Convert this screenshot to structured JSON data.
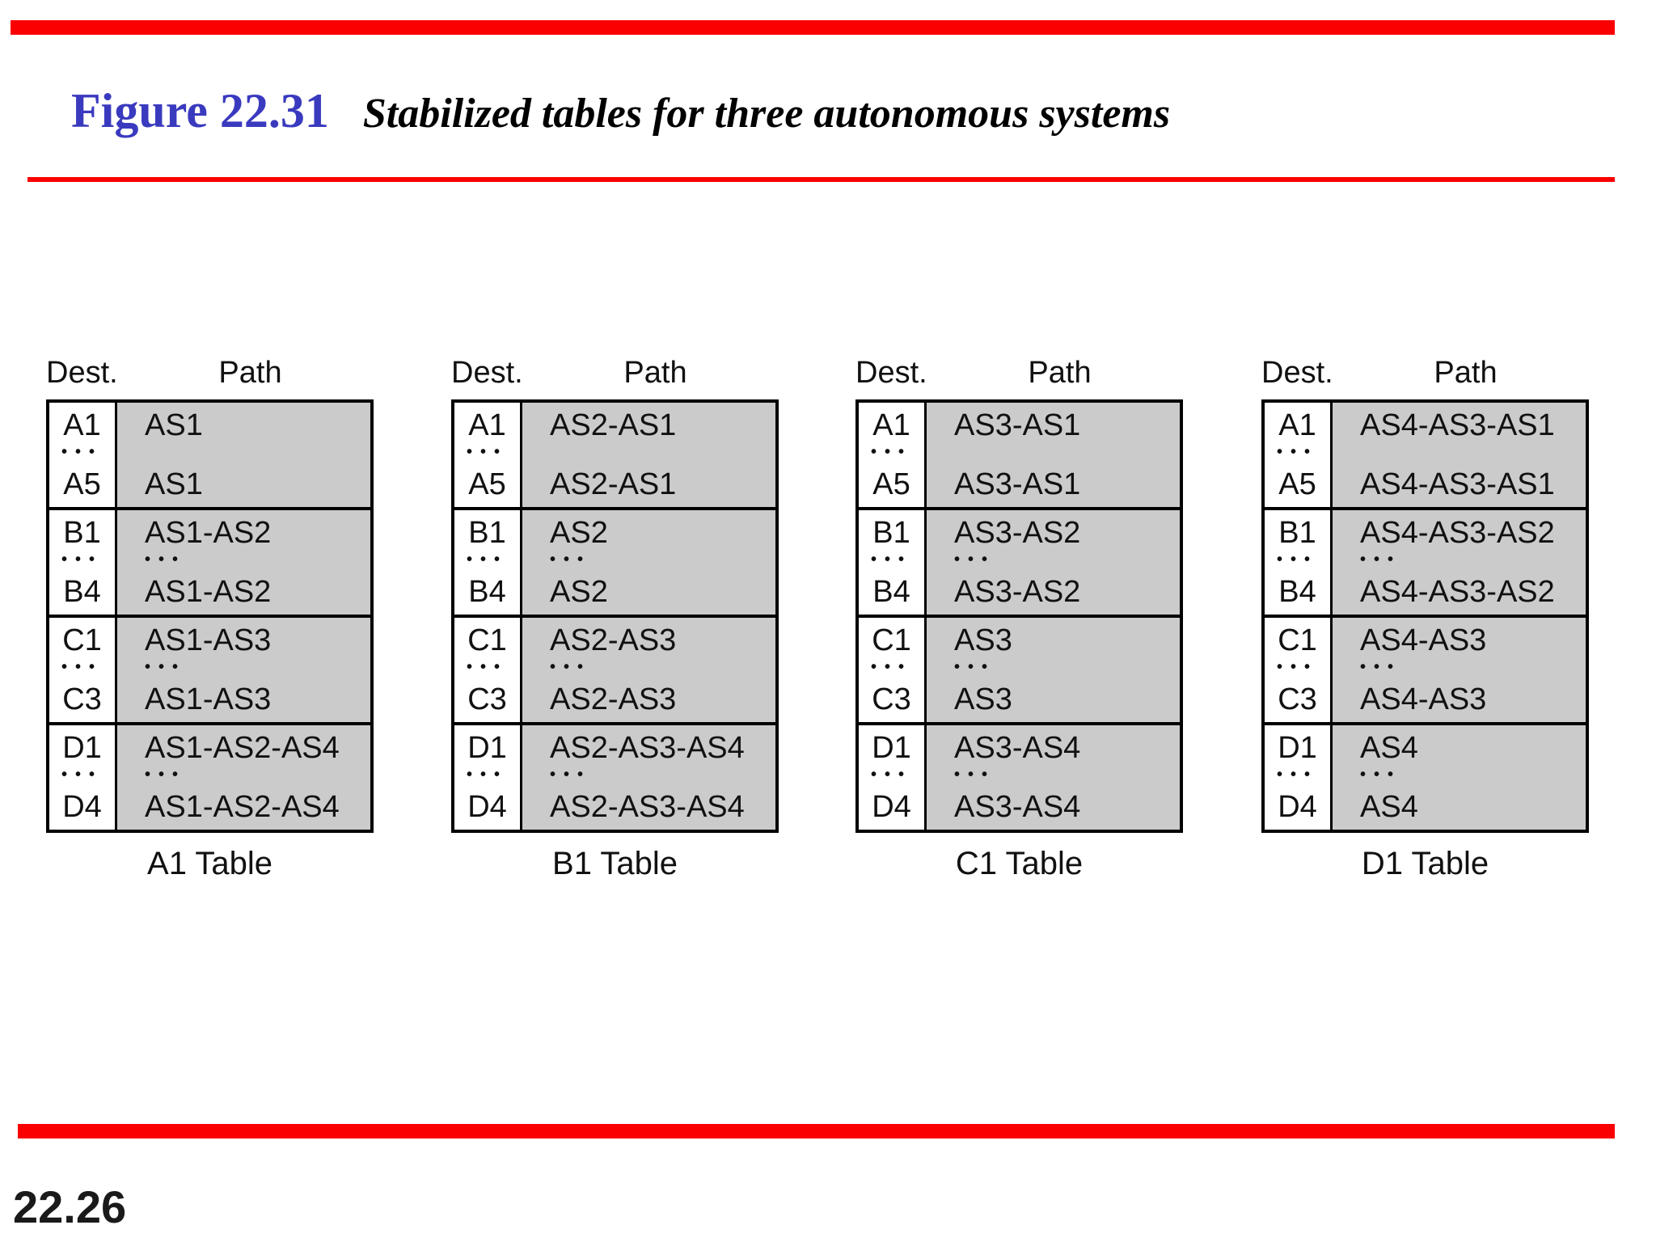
{
  "header": {
    "figure_label": "Figure 22.31",
    "figure_caption": "Stabilized tables for three autonomous systems"
  },
  "footer": {
    "page_number": "22.26"
  },
  "ui": {
    "colors": {
      "accent_red": "#FB0000",
      "title_blue": "#3A3ABF",
      "cell_gray": "#CBCBCB",
      "border_black": "#000000"
    }
  },
  "tables": [
    {
      "caption": "A1 Table",
      "col_dest": "Dest.",
      "col_path": "Path",
      "sections": [
        {
          "dest_first": "A1",
          "dest_dots": "•••",
          "dest_last": "A5",
          "path_first": "AS1",
          "path_dots": "",
          "path_last": "AS1"
        },
        {
          "dest_first": "B1",
          "dest_dots": "•••",
          "dest_last": "B4",
          "path_first": "AS1-AS2",
          "path_dots": "•••",
          "path_last": "AS1-AS2"
        },
        {
          "dest_first": "C1",
          "dest_dots": "•••",
          "dest_last": "C3",
          "path_first": "AS1-AS3",
          "path_dots": "•••",
          "path_last": "AS1-AS3"
        },
        {
          "dest_first": "D1",
          "dest_dots": "•••",
          "dest_last": "D4",
          "path_first": "AS1-AS2-AS4",
          "path_dots": "•••",
          "path_last": "AS1-AS2-AS4"
        }
      ]
    },
    {
      "caption": "B1 Table",
      "col_dest": "Dest.",
      "col_path": "Path",
      "sections": [
        {
          "dest_first": "A1",
          "dest_dots": "•••",
          "dest_last": "A5",
          "path_first": "AS2-AS1",
          "path_dots": "",
          "path_last": "AS2-AS1"
        },
        {
          "dest_first": "B1",
          "dest_dots": "•••",
          "dest_last": "B4",
          "path_first": "AS2",
          "path_dots": "•••",
          "path_last": "AS2"
        },
        {
          "dest_first": "C1",
          "dest_dots": "•••",
          "dest_last": "C3",
          "path_first": "AS2-AS3",
          "path_dots": "•••",
          "path_last": "AS2-AS3"
        },
        {
          "dest_first": "D1",
          "dest_dots": "•••",
          "dest_last": "D4",
          "path_first": "AS2-AS3-AS4",
          "path_dots": "•••",
          "path_last": "AS2-AS3-AS4"
        }
      ]
    },
    {
      "caption": "C1 Table",
      "col_dest": "Dest.",
      "col_path": "Path",
      "sections": [
        {
          "dest_first": "A1",
          "dest_dots": "•••",
          "dest_last": "A5",
          "path_first": "AS3-AS1",
          "path_dots": "",
          "path_last": "AS3-AS1"
        },
        {
          "dest_first": "B1",
          "dest_dots": "•••",
          "dest_last": "B4",
          "path_first": "AS3-AS2",
          "path_dots": "•••",
          "path_last": "AS3-AS2"
        },
        {
          "dest_first": "C1",
          "dest_dots": "•••",
          "dest_last": "C3",
          "path_first": "AS3",
          "path_dots": "•••",
          "path_last": "AS3"
        },
        {
          "dest_first": "D1",
          "dest_dots": "•••",
          "dest_last": "D4",
          "path_first": "AS3-AS4",
          "path_dots": "•••",
          "path_last": "AS3-AS4"
        }
      ]
    },
    {
      "caption": "D1 Table",
      "col_dest": "Dest.",
      "col_path": "Path",
      "sections": [
        {
          "dest_first": "A1",
          "dest_dots": "•••",
          "dest_last": "A5",
          "path_first": "AS4-AS3-AS1",
          "path_dots": "",
          "path_last": "AS4-AS3-AS1"
        },
        {
          "dest_first": "B1",
          "dest_dots": "•••",
          "dest_last": "B4",
          "path_first": "AS4-AS3-AS2",
          "path_dots": "•••",
          "path_last": "AS4-AS3-AS2"
        },
        {
          "dest_first": "C1",
          "dest_dots": "•••",
          "dest_last": "C3",
          "path_first": "AS4-AS3",
          "path_dots": "•••",
          "path_last": "AS4-AS3"
        },
        {
          "dest_first": "D1",
          "dest_dots": "•••",
          "dest_last": "D4",
          "path_first": "AS4",
          "path_dots": "•••",
          "path_last": "AS4"
        }
      ]
    }
  ]
}
